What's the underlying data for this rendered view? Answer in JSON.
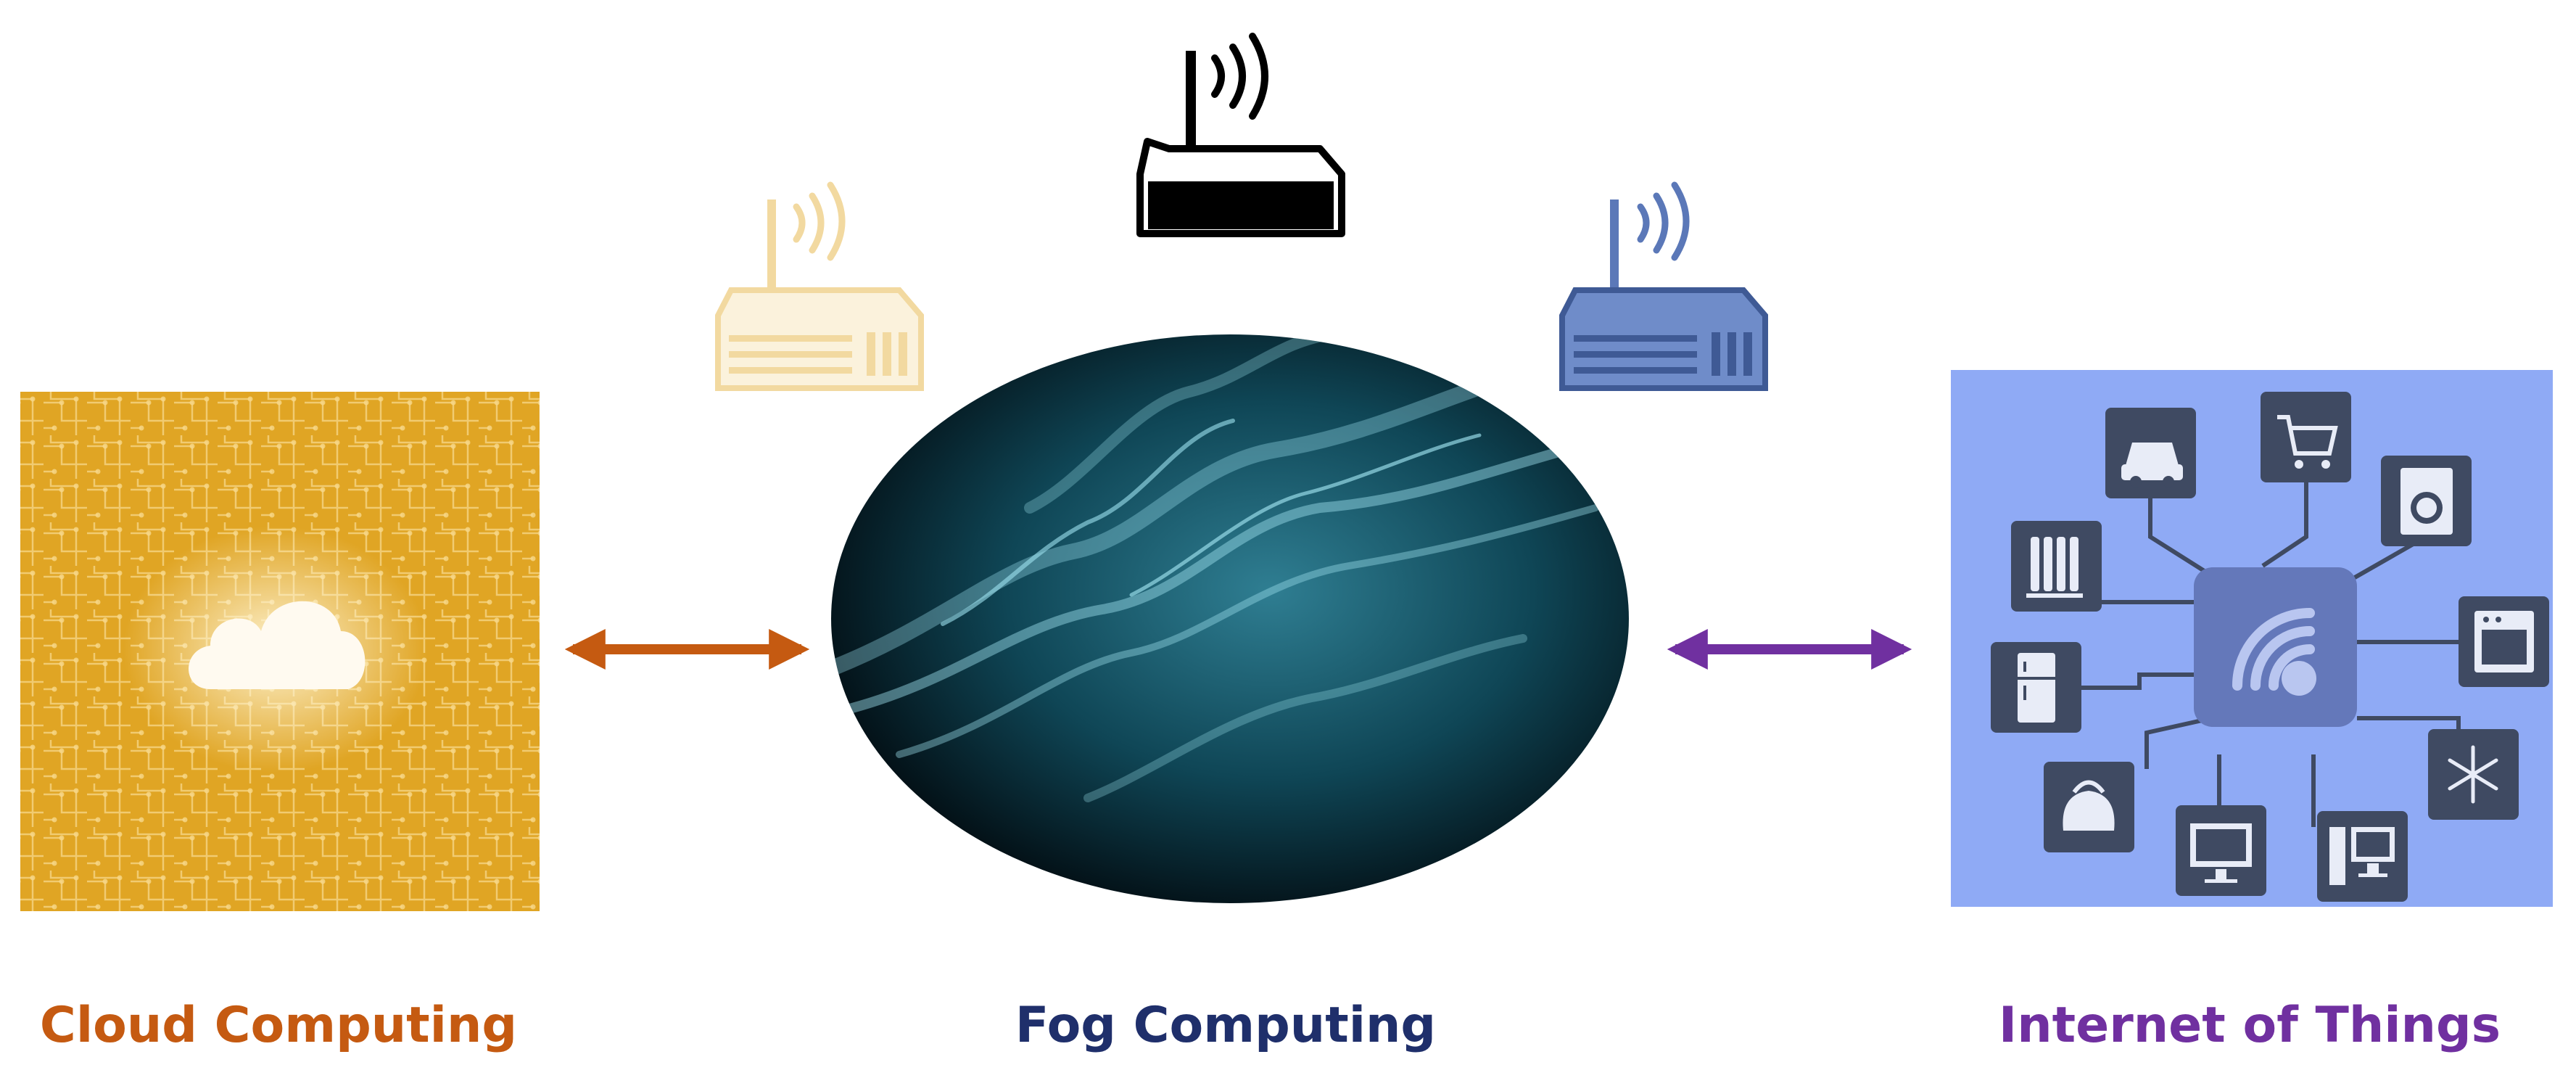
{
  "labels": {
    "cloud": "Cloud Computing",
    "fog": "Fog Computing",
    "iot": "Internet of Things"
  },
  "colors": {
    "cloud_label": "#c55a11",
    "fog_label": "#1f2f6b",
    "iot_label": "#7030a0",
    "cloud_tile": "#e0a524",
    "iot_tile": "#8faaf5",
    "iot_device": "#3f4a62",
    "router_center": "#000000",
    "router_left": "#f2d9a0",
    "router_right": "#5b78b8",
    "arrow_left": "#c55a11",
    "arrow_right": "#7030a0",
    "fog_base": "#0b2b36",
    "fog_smoke": "#9fe3f0"
  },
  "icons": [
    "router-icon",
    "cloud-icon",
    "wifi-icon",
    "car-icon",
    "shopping-cart-icon",
    "washing-machine-icon",
    "radiator-icon",
    "oven-icon",
    "fridge-icon",
    "snowflake-icon",
    "kettle-icon",
    "tv-icon",
    "desktop-computer-icon"
  ]
}
